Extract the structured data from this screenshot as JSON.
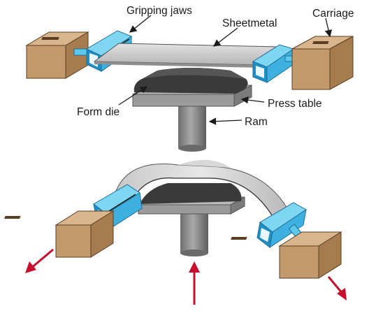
{
  "labels": {
    "gripping_jaws": "Gripping jaws",
    "sheetmetal": "Sheetmetal",
    "carriage": "Carriage",
    "form_die": "Form die",
    "press_table": "Press table",
    "ram": "Ram"
  },
  "colors": {
    "box_front": "#c49a6c",
    "box_top": "#d8b58c",
    "box_side": "#a67c4e",
    "jaw_light": "#5ec8ec",
    "jaw_dark": "#1d8fc4",
    "sheet": "#cfcfcf",
    "die": "#3d3d3d",
    "ram": "#8a8a8a",
    "arrow": "#c8102e"
  }
}
